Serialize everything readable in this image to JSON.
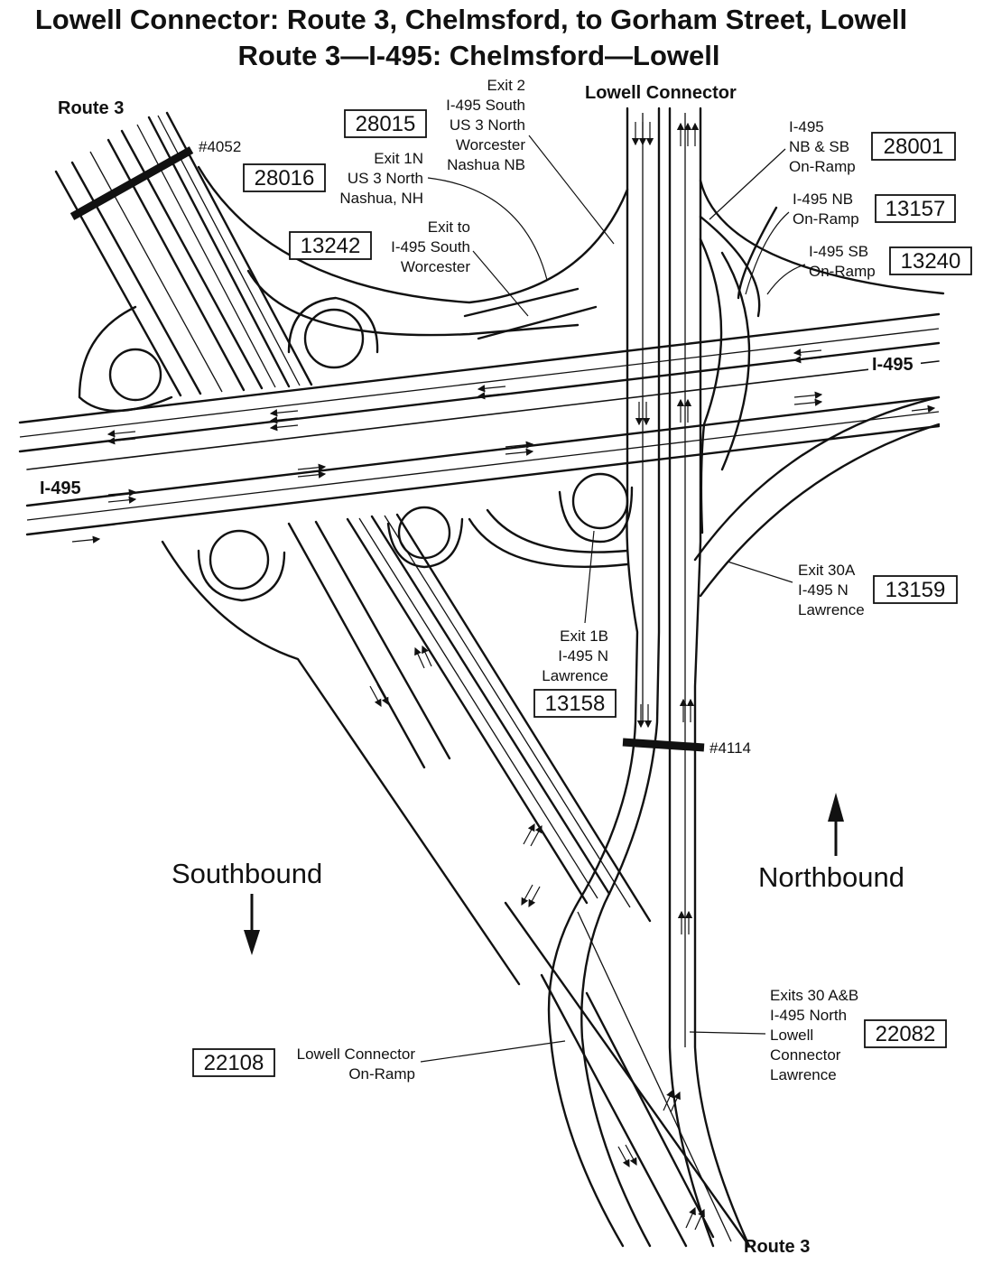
{
  "title_line1": "Lowell Connector: Route 3, Chelmsford, to Gorham Street, Lowell",
  "title_line2": "Route 3—I-495: Chelmsford—Lowell",
  "roads": {
    "route3_top": "Route 3",
    "route3_bottom": "Route 3",
    "lowell_connector": "Lowell Connector",
    "i495_left": "I-495",
    "i495_right": "I-495"
  },
  "directions": {
    "southbound": "Southbound",
    "northbound": "Northbound"
  },
  "bridges": {
    "b4052": "#4052",
    "b4114": "#4114"
  },
  "structures": [
    {
      "id": "28015",
      "lines": [
        "Exit 2",
        "I-495 South",
        "US 3 North",
        "Worcester",
        "Nashua NB"
      ]
    },
    {
      "id": "28016",
      "lines": [
        "Exit 1N",
        "US 3 North",
        "Nashua, NH"
      ]
    },
    {
      "id": "13242",
      "lines": [
        "Exit to",
        "I-495 South",
        "Worcester"
      ]
    },
    {
      "id": "28001",
      "lines": [
        "I-495",
        "NB & SB",
        "On-Ramp"
      ]
    },
    {
      "id": "13157",
      "lines": [
        "I-495 NB",
        "On-Ramp"
      ]
    },
    {
      "id": "13240",
      "lines": [
        "I-495 SB",
        "On-Ramp"
      ]
    },
    {
      "id": "13159",
      "lines": [
        "Exit 30A",
        "I-495 N",
        "Lawrence"
      ]
    },
    {
      "id": "13158",
      "lines": [
        "Exit 1B",
        "I-495 N",
        "Lawrence"
      ]
    },
    {
      "id": "22082",
      "lines": [
        "Exits 30 A&B",
        "I-495 North",
        "Lowell",
        "Connector",
        "Lawrence"
      ]
    },
    {
      "id": "22108",
      "lines": [
        "Lowell Connector",
        "On-Ramp"
      ]
    }
  ]
}
